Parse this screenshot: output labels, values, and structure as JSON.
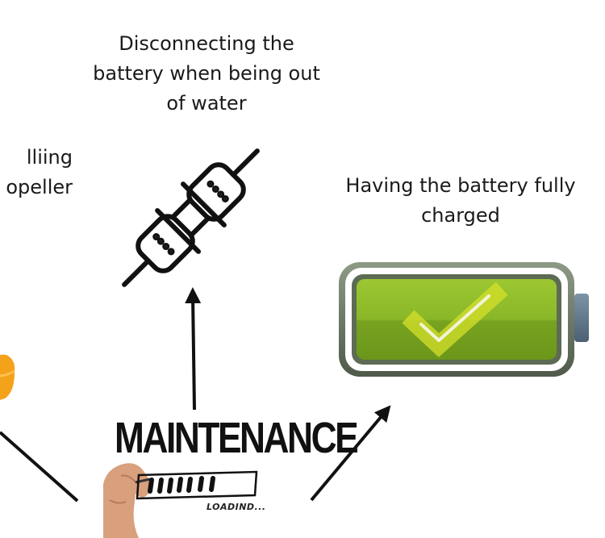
{
  "diagram": {
    "title": "MAINTENANCE",
    "loading_text": "LOADIND...",
    "nodes": [
      {
        "id": "disconnect",
        "label_lines": [
          "Disconnecting the",
          "battery when being out",
          "of water"
        ],
        "icon": "plug-disconnect-icon"
      },
      {
        "id": "charged",
        "label_lines": [
          "Having the battery fully",
          "charged"
        ],
        "icon": "battery-check-icon"
      },
      {
        "id": "propeller",
        "label_lines": [
          "lliing",
          "opeller"
        ],
        "icon": "propeller-icon"
      }
    ]
  },
  "colors": {
    "battery_green": "#8dbb2a",
    "battery_frame": "#5f6b5a",
    "battery_cap": "#5d7387",
    "check_yellow": "#d6e02a",
    "orange": "#f5a21b"
  }
}
